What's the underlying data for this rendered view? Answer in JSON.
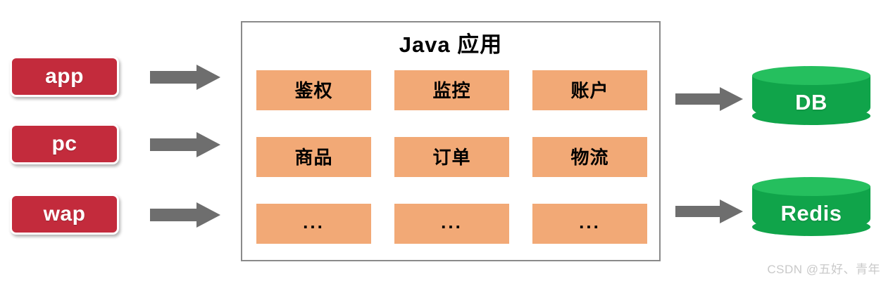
{
  "diagram": {
    "title": "Java 应用",
    "clients": [
      {
        "id": "app",
        "label": "app"
      },
      {
        "id": "pc",
        "label": "pc"
      },
      {
        "id": "wap",
        "label": "wap"
      }
    ],
    "modules": [
      {
        "id": "auth",
        "label": "鉴权"
      },
      {
        "id": "monitor",
        "label": "监控"
      },
      {
        "id": "account",
        "label": "账户"
      },
      {
        "id": "product",
        "label": "商品"
      },
      {
        "id": "order",
        "label": "订单"
      },
      {
        "id": "logistics",
        "label": "物流"
      },
      {
        "id": "more-1",
        "label": "..."
      },
      {
        "id": "more-2",
        "label": "..."
      },
      {
        "id": "more-3",
        "label": "..."
      }
    ],
    "datastores": [
      {
        "id": "db",
        "label": "DB"
      },
      {
        "id": "redis",
        "label": "Redis"
      }
    ],
    "arrows": [
      {
        "id": "app-to-java",
        "direction": "right"
      },
      {
        "id": "pc-to-java",
        "direction": "right"
      },
      {
        "id": "wap-to-java",
        "direction": "right"
      },
      {
        "id": "java-to-db",
        "direction": "right"
      },
      {
        "id": "java-to-redis",
        "direction": "right"
      }
    ],
    "watermark": "CSDN @五好、青年",
    "colors": {
      "client_fill": "#C32B3C",
      "module_fill": "#F2A976",
      "datastore_fill": "#10A44A",
      "datastore_top": "#25BF5E",
      "arrow_fill": "#6E6E6E",
      "container_border": "#8a8a8a"
    }
  }
}
